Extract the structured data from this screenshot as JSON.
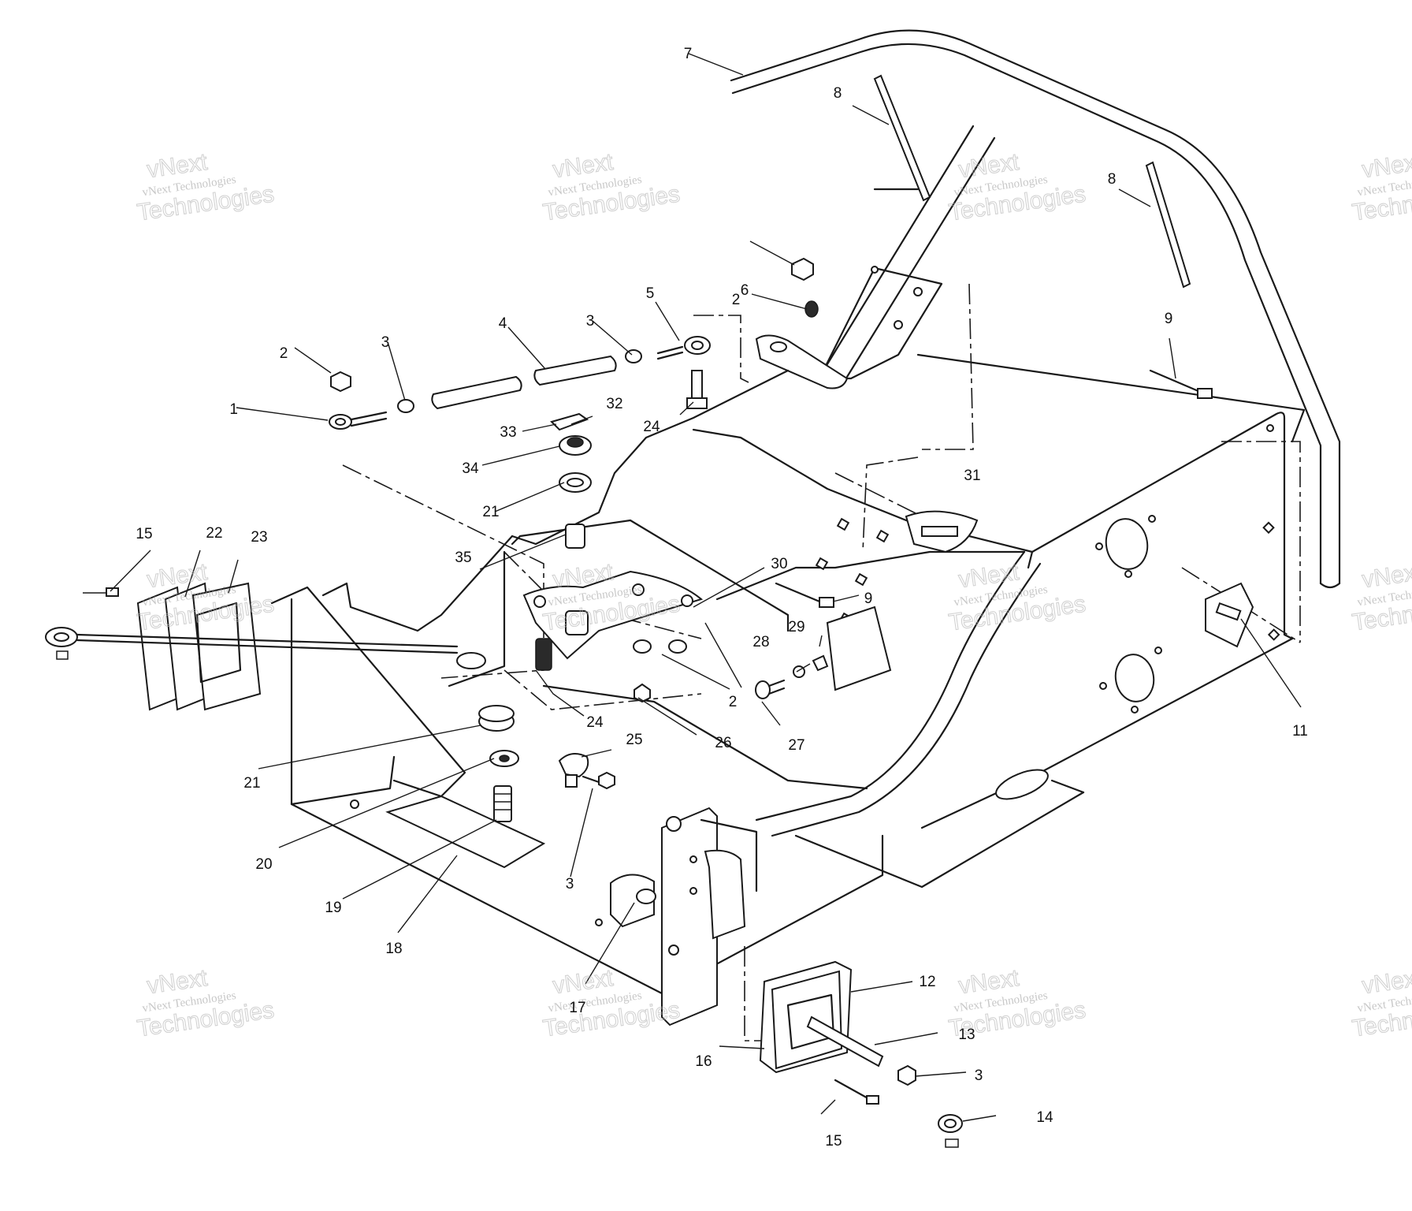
{
  "callouts": [
    {
      "id": "c1",
      "label": "1"
    },
    {
      "id": "c2a",
      "label": "2"
    },
    {
      "id": "c2b",
      "label": "2"
    },
    {
      "id": "c2c",
      "label": "2"
    },
    {
      "id": "c3a",
      "label": "3"
    },
    {
      "id": "c3b",
      "label": "3"
    },
    {
      "id": "c3c",
      "label": "3"
    },
    {
      "id": "c3d",
      "label": "3"
    },
    {
      "id": "c4",
      "label": "4"
    },
    {
      "id": "c5",
      "label": "5"
    },
    {
      "id": "c6",
      "label": "6"
    },
    {
      "id": "c7",
      "label": "7"
    },
    {
      "id": "c8a",
      "label": "8"
    },
    {
      "id": "c8b",
      "label": "8"
    },
    {
      "id": "c9a",
      "label": "9"
    },
    {
      "id": "c9b",
      "label": "9"
    },
    {
      "id": "c11",
      "label": "11"
    },
    {
      "id": "c12",
      "label": "12"
    },
    {
      "id": "c13",
      "label": "13"
    },
    {
      "id": "c14",
      "label": "14"
    },
    {
      "id": "c15a",
      "label": "15"
    },
    {
      "id": "c15b",
      "label": "15"
    },
    {
      "id": "c16",
      "label": "16"
    },
    {
      "id": "c17",
      "label": "17"
    },
    {
      "id": "c18",
      "label": "18"
    },
    {
      "id": "c19",
      "label": "19"
    },
    {
      "id": "c20",
      "label": "20"
    },
    {
      "id": "c21a",
      "label": "21"
    },
    {
      "id": "c21b",
      "label": "21"
    },
    {
      "id": "c22",
      "label": "22"
    },
    {
      "id": "c23",
      "label": "23"
    },
    {
      "id": "c24a",
      "label": "24"
    },
    {
      "id": "c24b",
      "label": "24"
    },
    {
      "id": "c25",
      "label": "25"
    },
    {
      "id": "c26",
      "label": "26"
    },
    {
      "id": "c27",
      "label": "27"
    },
    {
      "id": "c28",
      "label": "28"
    },
    {
      "id": "c29",
      "label": "29"
    },
    {
      "id": "c30",
      "label": "30"
    },
    {
      "id": "c31",
      "label": "31"
    },
    {
      "id": "c32",
      "label": "32"
    },
    {
      "id": "c33",
      "label": "33"
    },
    {
      "id": "c34",
      "label": "34"
    },
    {
      "id": "c35",
      "label": "35"
    }
  ],
  "watermark": {
    "line1": "vNext Technologies",
    "line2": "Technologies",
    "line_top": "vNext"
  }
}
